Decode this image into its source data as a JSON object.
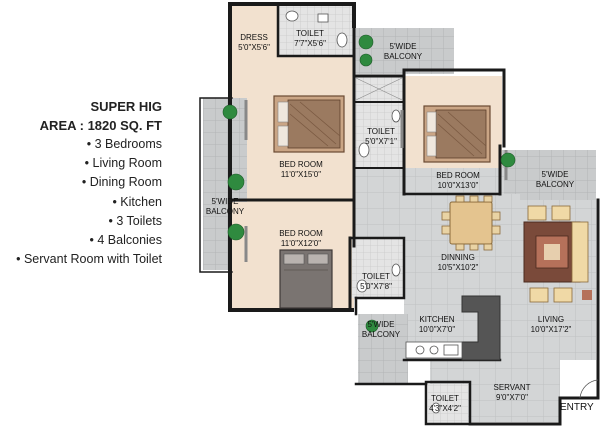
{
  "info": {
    "title": "SUPER HIG",
    "area": "AREA : 1820 SQ. FT",
    "features": [
      "3 Bedrooms",
      "Living Room",
      "Dining Room",
      "Kitchen",
      "3 Toilets",
      "4 Balconies",
      "Servant Room with Toilet"
    ]
  },
  "rooms": {
    "dress": {
      "name": "DRESS",
      "dim": "5'0\"X5'6\""
    },
    "toilet1": {
      "name": "TOILET",
      "dim": "7'7\"X5'6\""
    },
    "balcony1": {
      "name": "5'WIDE",
      "dim": "BALCONY"
    },
    "bedroom1": {
      "name": "BED ROOM",
      "dim": "11'0\"X15'0\""
    },
    "toilet2": {
      "name": "TOILET",
      "dim": "5'0\"X7'1\""
    },
    "bedroom2": {
      "name": "BED ROOM",
      "dim": "10'0\"X13'0\""
    },
    "balcony2": {
      "name": "5'WIDE",
      "dim": "BALCONY"
    },
    "balcony3": {
      "name": "5'WIDE",
      "dim": "BALCONY"
    },
    "bedroom3": {
      "name": "BED ROOM",
      "dim": "11'0\"X12'0\""
    },
    "dining": {
      "name": "DINNING",
      "dim": "10'5\"X10'2\""
    },
    "toilet3": {
      "name": "TOILET",
      "dim": "5'0\"X7'8\""
    },
    "kitchen": {
      "name": "KITCHEN",
      "dim": "10'0\"X7'0\""
    },
    "living": {
      "name": "LIVING",
      "dim": "10'0\"X17'2\""
    },
    "balcony4": {
      "name": "5'WIDE",
      "dim": "BALCONY"
    },
    "servant": {
      "name": "SERVANT",
      "dim": "9'0\"X7'0\""
    },
    "toilet4": {
      "name": "TOILET",
      "dim": "4'3\"X4'2\""
    }
  },
  "entry_label": "ENTRY"
}
